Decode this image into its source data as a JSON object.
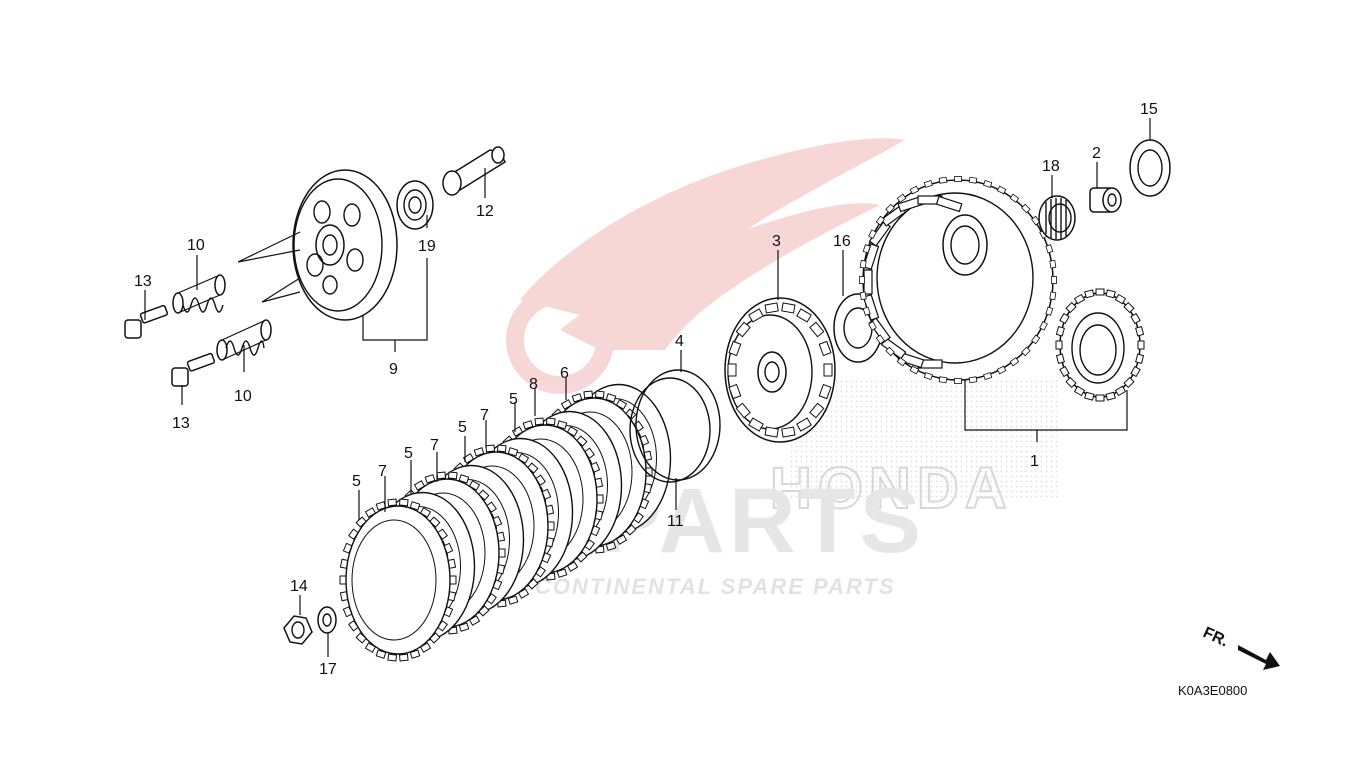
{
  "diagram": {
    "code": "K0A3E0800",
    "direction_label": "FR.",
    "watermark": {
      "brand": "HONDA",
      "main": "PARTS",
      "tagline": "CONTINENTAL SPARE PARTS",
      "colors": {
        "wing": "#f4c6c6",
        "text": "#e3e3e3",
        "dots": "#d9d9d9"
      }
    },
    "callouts": [
      {
        "id": "c1",
        "num": "1"
      },
      {
        "id": "c2",
        "num": "2"
      },
      {
        "id": "c3",
        "num": "3"
      },
      {
        "id": "c4",
        "num": "4"
      },
      {
        "id": "c5a",
        "num": "5"
      },
      {
        "id": "c5b",
        "num": "5"
      },
      {
        "id": "c5c",
        "num": "5"
      },
      {
        "id": "c5d",
        "num": "5"
      },
      {
        "id": "c6",
        "num": "6"
      },
      {
        "id": "c7a",
        "num": "7"
      },
      {
        "id": "c7b",
        "num": "7"
      },
      {
        "id": "c7c",
        "num": "7"
      },
      {
        "id": "c8",
        "num": "8"
      },
      {
        "id": "c9",
        "num": "9"
      },
      {
        "id": "c10a",
        "num": "10"
      },
      {
        "id": "c10b",
        "num": "10"
      },
      {
        "id": "c11",
        "num": "11"
      },
      {
        "id": "c12",
        "num": "12"
      },
      {
        "id": "c13a",
        "num": "13"
      },
      {
        "id": "c13b",
        "num": "13"
      },
      {
        "id": "c14",
        "num": "14"
      },
      {
        "id": "c15",
        "num": "15"
      },
      {
        "id": "c16",
        "num": "16"
      },
      {
        "id": "c17",
        "num": "17"
      },
      {
        "id": "c18",
        "num": "18"
      },
      {
        "id": "c19",
        "num": "19"
      }
    ]
  }
}
